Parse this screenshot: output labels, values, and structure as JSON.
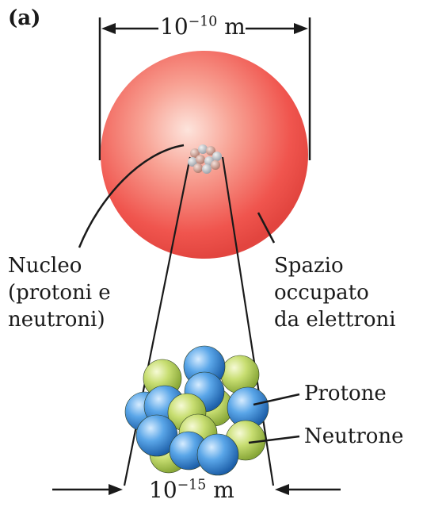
{
  "panel_label": "(a)",
  "atom_scale": {
    "base": "10",
    "exponent": "−10",
    "unit": "m"
  },
  "nucleus_scale": {
    "base": "10",
    "exponent": "−15",
    "unit": "m"
  },
  "nucleus_label": [
    "Nucleo",
    "(protoni e",
    "neutroni)"
  ],
  "electron_label": [
    "Spazio",
    "occupato",
    "da elettroni"
  ],
  "proton_label": "Protone",
  "neutron_label": "Neutrone",
  "colors": {
    "electron_cloud": "#f2605a",
    "proton": "#3f8fd8",
    "neutron": "#b9d45a",
    "text": "#1a1a1a"
  }
}
